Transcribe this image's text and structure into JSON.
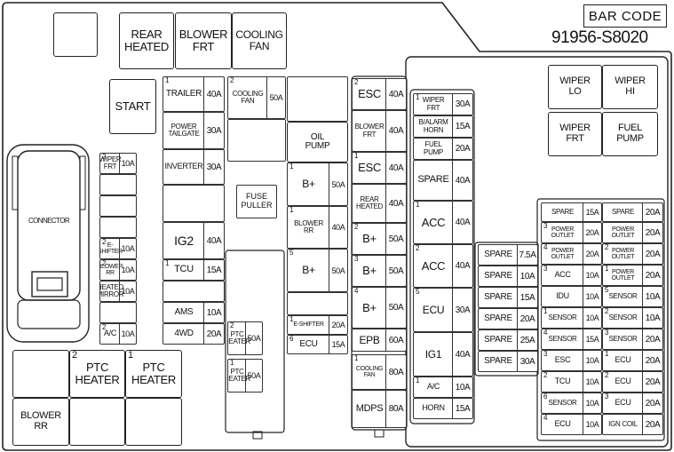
{
  "header": {
    "bar_code_label": "BAR CODE",
    "part_number": "91956-S8020"
  },
  "connector_label": "CONNECTOR",
  "fuse_puller_label": "FUSE\nPULLER",
  "relays": [
    {
      "label": "",
      "n": ""
    },
    {
      "label": "REAR\nHEATED",
      "n": ""
    },
    {
      "label": "BLOWER\nFRT",
      "n": ""
    },
    {
      "label": "COOLING\nFAN",
      "n": ""
    },
    {
      "label": "START",
      "n": ""
    },
    {
      "label": "OIL\nPUMP",
      "n": ""
    },
    {
      "label": "WIPER\nLO",
      "n": ""
    },
    {
      "label": "WIPER\nHI",
      "n": ""
    },
    {
      "label": "WIPER\nFRT",
      "n": ""
    },
    {
      "label": "FUEL\nPUMP",
      "n": ""
    },
    {
      "label": "",
      "n": ""
    },
    {
      "label": "PTC\nHEATER",
      "n": "2"
    },
    {
      "label": "PTC\nHEATER",
      "n": "1"
    },
    {
      "label": "BLOWER\nRR",
      "n": ""
    },
    {
      "label": "",
      "n": ""
    },
    {
      "label": "",
      "n": ""
    }
  ],
  "fuses": [
    {
      "label": "WIPER\nFRT",
      "amp": "10A",
      "n": "2"
    },
    {
      "label": "",
      "amp": "",
      "n": ""
    },
    {
      "label": "",
      "amp": "",
      "n": ""
    },
    {
      "label": "",
      "amp": "",
      "n": ""
    },
    {
      "label": "E-SHIFTER",
      "amp": "10A",
      "n": "2"
    },
    {
      "label": "BLOWER\nRR",
      "amp": "10A",
      "n": "2"
    },
    {
      "label": "HEATED\nMIRROR",
      "amp": "10A",
      "n": ""
    },
    {
      "label": "",
      "amp": "",
      "n": ""
    },
    {
      "label": "A/C",
      "amp": "10A",
      "n": "2"
    },
    {
      "label": "TRAILER",
      "amp": "40A",
      "n": "1"
    },
    {
      "label": "POWER\nTAILGATE",
      "amp": "30A",
      "n": ""
    },
    {
      "label": "INVERTER",
      "amp": "30A",
      "n": ""
    },
    {
      "label": "",
      "amp": "",
      "n": ""
    },
    {
      "label": "IG2",
      "amp": "40A",
      "n": ""
    },
    {
      "label": "TCU",
      "amp": "15A",
      "n": "1"
    },
    {
      "label": "",
      "amp": "",
      "n": ""
    },
    {
      "label": "AMS",
      "amp": "10A",
      "n": ""
    },
    {
      "label": "4WD",
      "amp": "20A",
      "n": ""
    },
    {
      "label": "COOLING\nFAN",
      "amp": "50A",
      "n": "2"
    },
    {
      "label": "",
      "amp": "",
      "n": ""
    },
    {
      "label": "PTC\nHEATER",
      "amp": "50A",
      "n": "2"
    },
    {
      "label": "PTC\nHEATER",
      "amp": "50A",
      "n": "1"
    },
    {
      "label": "",
      "amp": "",
      "n": ""
    },
    {
      "label": "B+",
      "amp": "50A",
      "n": "1"
    },
    {
      "label": "BLOWER\nRR",
      "amp": "40A",
      "n": "1"
    },
    {
      "label": "B+",
      "amp": "50A",
      "n": "5"
    },
    {
      "label": "",
      "amp": "",
      "n": ""
    },
    {
      "label": "E-SHIFTER",
      "amp": "20A",
      "n": "1"
    },
    {
      "label": "ECU",
      "amp": "15A",
      "n": "6"
    },
    {
      "label": "ESC",
      "amp": "40A",
      "n": "2"
    },
    {
      "label": "BLOWER\nFRT",
      "amp": "40A",
      "n": ""
    },
    {
      "label": "ESC",
      "amp": "40A",
      "n": "1"
    },
    {
      "label": "REAR\nHEATED",
      "amp": "40A",
      "n": ""
    },
    {
      "label": "B+",
      "amp": "50A",
      "n": "2"
    },
    {
      "label": "B+",
      "amp": "50A",
      "n": "3"
    },
    {
      "label": "B+",
      "amp": "50A",
      "n": "4"
    },
    {
      "label": "EPB",
      "amp": "60A",
      "n": ""
    },
    {
      "label": "COOLING\nFAN",
      "amp": "80A",
      "n": "1"
    },
    {
      "label": "MDPS",
      "amp": "80A",
      "n": ""
    },
    {
      "label": "WIPER\nFRT",
      "amp": "30A",
      "n": "1"
    },
    {
      "label": "B/ALARM\nHORN",
      "amp": "15A",
      "n": ""
    },
    {
      "label": "FUEL\nPUMP",
      "amp": "20A",
      "n": ""
    },
    {
      "label": "SPARE",
      "amp": "40A",
      "n": ""
    },
    {
      "label": "ACC",
      "amp": "40A",
      "n": "1"
    },
    {
      "label": "ACC",
      "amp": "40A",
      "n": "2"
    },
    {
      "label": "ECU",
      "amp": "30A",
      "n": "5"
    },
    {
      "label": "IG1",
      "amp": "40A",
      "n": ""
    },
    {
      "label": "A/C",
      "amp": "10A",
      "n": "1"
    },
    {
      "label": "HORN",
      "amp": "15A",
      "n": ""
    },
    {
      "label": "SPARE",
      "amp": "7.5A",
      "n": ""
    },
    {
      "label": "SPARE",
      "amp": "10A",
      "n": ""
    },
    {
      "label": "SPARE",
      "amp": "15A",
      "n": ""
    },
    {
      "label": "SPARE",
      "amp": "20A",
      "n": ""
    },
    {
      "label": "SPARE",
      "amp": "25A",
      "n": ""
    },
    {
      "label": "SPARE",
      "amp": "30A",
      "n": ""
    },
    {
      "label": "SPARE",
      "amp": "15A",
      "n": ""
    },
    {
      "label": "POWER\nOUTLET",
      "amp": "20A",
      "n": "3"
    },
    {
      "label": "POWER\nOUTLET",
      "amp": "20A",
      "n": "4"
    },
    {
      "label": "ACC",
      "amp": "10A",
      "n": "3"
    },
    {
      "label": "IDU",
      "amp": "10A",
      "n": ""
    },
    {
      "label": "SENSOR",
      "amp": "10A",
      "n": "1"
    },
    {
      "label": "SENSOR",
      "amp": "15A",
      "n": "4"
    },
    {
      "label": "ESC",
      "amp": "10A",
      "n": "3"
    },
    {
      "label": "TCU",
      "amp": "10A",
      "n": "2"
    },
    {
      "label": "SENSOR",
      "amp": "10A",
      "n": "6"
    },
    {
      "label": "ECU",
      "amp": "10A",
      "n": "4"
    },
    {
      "label": "SPARE",
      "amp": "20A",
      "n": ""
    },
    {
      "label": "POWER\nOUTLET",
      "amp": "20A",
      "n": ""
    },
    {
      "label": "POWER\nOUTLET",
      "amp": "20A",
      "n": "2"
    },
    {
      "label": "POWER\nOUTLET",
      "amp": "20A",
      "n": "1"
    },
    {
      "label": "SENSOR",
      "amp": "10A",
      "n": "5"
    },
    {
      "label": "SENSOR",
      "amp": "10A",
      "n": "2"
    },
    {
      "label": "SENSOR",
      "amp": "20A",
      "n": "3"
    },
    {
      "label": "ECU",
      "amp": "20A",
      "n": "1"
    },
    {
      "label": "ECU",
      "amp": "20A",
      "n": "2"
    },
    {
      "label": "ECU",
      "amp": "20A",
      "n": "3"
    },
    {
      "label": "IGN COIL",
      "amp": "20A",
      "n": ""
    }
  ]
}
